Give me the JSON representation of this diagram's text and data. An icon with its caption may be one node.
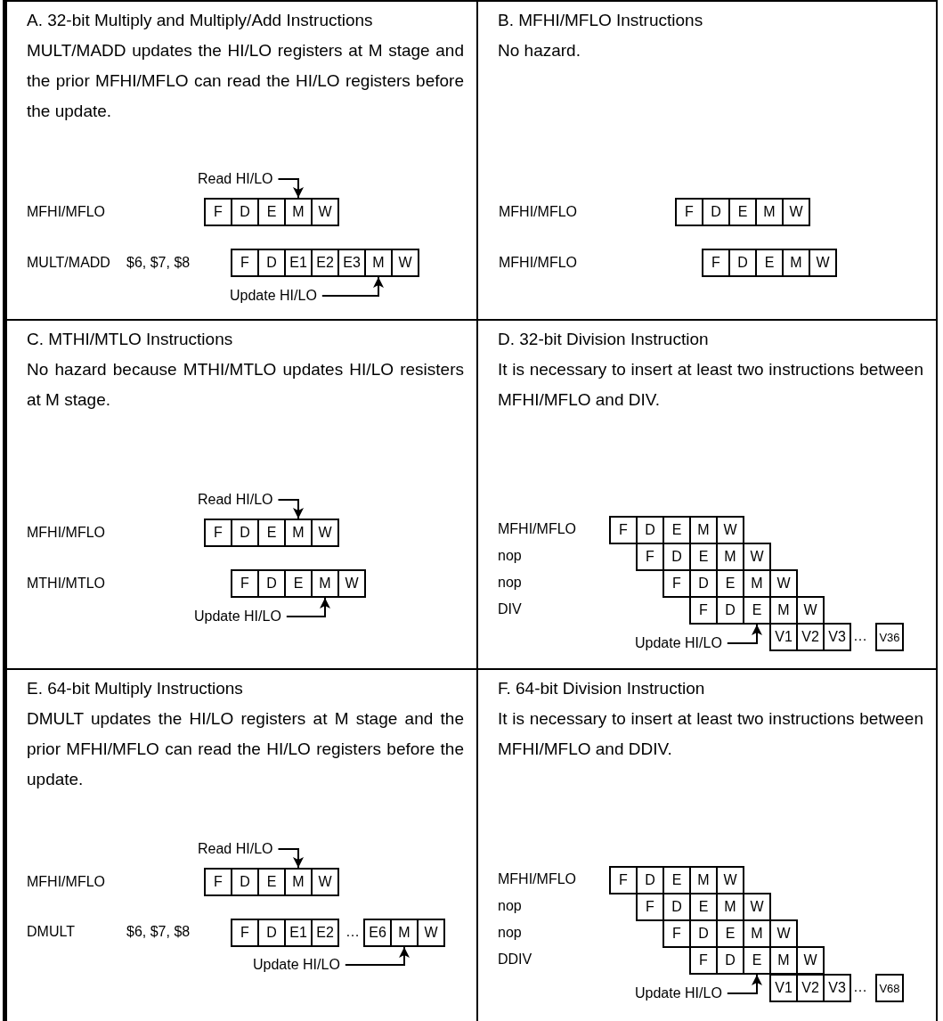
{
  "diagram": {
    "nodes": [
      {
        "text": [
          "A. 32-bit Multiply and Multiply/Add Instructions",
          "MULT/MADD updates the HI/LO registers at M stage and the prior MFHI/MFLO can read the HI/LO registers before the update."
        ]
      },
      {
        "text": [
          "Read HI/LO"
        ],
        "in": 0
      },
      {
        "text": [
          "F"
        ],
        "in": 0
      },
      {
        "text": [
          "D"
        ],
        "in": 0
      },
      {
        "text": [
          "E"
        ],
        "in": 0
      },
      {
        "text": [
          "M"
        ],
        "in": 0
      },
      {
        "text": [
          "W"
        ],
        "in": 0
      },
      {
        "text": [
          "F"
        ],
        "in": 0
      },
      {
        "text": [
          "D"
        ],
        "in": 0
      },
      {
        "text": [
          "E1"
        ],
        "in": 0
      },
      {
        "text": [
          "E2"
        ],
        "in": 0
      },
      {
        "text": [
          "E3"
        ],
        "in": 0
      },
      {
        "text": [
          "M"
        ],
        "in": 0
      },
      {
        "text": [
          "W"
        ],
        "in": 0
      },
      {
        "text": [
          "Update HI/LO"
        ],
        "in": 0
      },
      {
        "text": [
          "B. MFHI/MFLO Instructions",
          "No hazard."
        ]
      },
      {
        "text": [
          "F"
        ],
        "in": 15
      },
      {
        "text": [
          "D"
        ],
        "in": 15
      },
      {
        "text": [
          "E"
        ],
        "in": 15
      },
      {
        "text": [
          "M"
        ],
        "in": 15
      },
      {
        "text": [
          "W"
        ],
        "in": 15
      },
      {
        "text": [
          "F"
        ],
        "in": 15
      },
      {
        "text": [
          "D"
        ],
        "in": 15
      },
      {
        "text": [
          "E"
        ],
        "in": 15
      },
      {
        "text": [
          "M"
        ],
        "in": 15
      },
      {
        "text": [
          "W"
        ],
        "in": 15
      },
      {
        "text": [
          "C. MTHI/MTLO Instructions",
          "No hazard because MTHI/MTLO updates HI/LO resisters at M stage."
        ]
      },
      {
        "text": [
          "Read HI/LO"
        ],
        "in": 26
      },
      {
        "text": [
          "F"
        ],
        "in": 26
      },
      {
        "text": [
          "D"
        ],
        "in": 26
      },
      {
        "text": [
          "E"
        ],
        "in": 26
      },
      {
        "text": [
          "M"
        ],
        "in": 26
      },
      {
        "text": [
          "W"
        ],
        "in": 26
      },
      {
        "text": [
          "F"
        ],
        "in": 26
      },
      {
        "text": [
          "D"
        ],
        "in": 26
      },
      {
        "text": [
          "E"
        ],
        "in": 26
      },
      {
        "text": [
          "M"
        ],
        "in": 26
      },
      {
        "text": [
          "W"
        ],
        "in": 26
      },
      {
        "text": [
          "Update HI/LO"
        ],
        "in": 26
      },
      {
        "text": [
          "D. 32-bit Division Instruction",
          "It is necessary to insert at least two instructions between MFHI/MFLO and DIV."
        ]
      },
      {
        "text": [
          "F"
        ],
        "in": 39
      },
      {
        "text": [
          "D"
        ],
        "in": 39
      },
      {
        "text": [
          "E"
        ],
        "in": 39
      },
      {
        "text": [
          "M"
        ],
        "in": 39
      },
      {
        "text": [
          "W"
        ],
        "in": 39
      },
      {
        "text": [
          "F"
        ],
        "in": 39
      },
      {
        "text": [
          "D"
        ],
        "in": 39
      },
      {
        "text": [
          "E"
        ],
        "in": 39
      },
      {
        "text": [
          "M"
        ],
        "in": 39
      },
      {
        "text": [
          "W"
        ],
        "in": 39
      },
      {
        "text": [
          "F"
        ],
        "in": 39
      },
      {
        "text": [
          "D"
        ],
        "in": 39
      },
      {
        "text": [
          "E"
        ],
        "in": 39
      },
      {
        "text": [
          "M"
        ],
        "in": 39
      },
      {
        "text": [
          "W"
        ],
        "in": 39
      },
      {
        "text": [
          "F"
        ],
        "in": 39
      },
      {
        "text": [
          "D"
        ],
        "in": 39
      },
      {
        "text": [
          "E"
        ],
        "in": 39
      },
      {
        "text": [
          "M"
        ],
        "in": 39
      },
      {
        "text": [
          "W"
        ],
        "in": 39
      },
      {
        "text": [
          "V1"
        ],
        "in": 39
      },
      {
        "text": [
          "V2"
        ],
        "in": 39
      },
      {
        "text": [
          "V3"
        ],
        "in": 39
      },
      {
        "text": [
          "V36"
        ],
        "in": 39
      },
      {
        "text": [
          "Update HI/LO"
        ],
        "in": 39
      },
      {
        "text": [
          "E. 64-bit Multiply Instructions",
          "DMULT updates the HI/LO registers at M stage and the prior MFHI/MFLO can read the HI/LO registers before the update."
        ]
      },
      {
        "text": [
          "Read HI/LO"
        ],
        "in": 65
      },
      {
        "text": [
          "F"
        ],
        "in": 65
      },
      {
        "text": [
          "D"
        ],
        "in": 65
      },
      {
        "text": [
          "E"
        ],
        "in": 65
      },
      {
        "text": [
          "M"
        ],
        "in": 65
      },
      {
        "text": [
          "W"
        ],
        "in": 65
      },
      {
        "text": [
          "F"
        ],
        "in": 65
      },
      {
        "text": [
          "D"
        ],
        "in": 65
      },
      {
        "text": [
          "E1"
        ],
        "in": 65
      },
      {
        "text": [
          "E2"
        ],
        "in": 65
      },
      {
        "text": [
          "E6"
        ],
        "in": 65
      },
      {
        "text": [
          "M"
        ],
        "in": 65
      },
      {
        "text": [
          "W"
        ],
        "in": 65
      },
      {
        "text": [
          "Update HI/LO"
        ],
        "in": 65
      },
      {
        "text": [
          "F. 64-bit Division Instruction",
          "It is necessary to insert at least two instructions between MFHI/MFLO and DDIV."
        ]
      },
      {
        "text": [
          "F"
        ],
        "in": 80
      },
      {
        "text": [
          "D"
        ],
        "in": 80
      },
      {
        "text": [
          "E"
        ],
        "in": 80
      },
      {
        "text": [
          "M"
        ],
        "in": 80
      },
      {
        "text": [
          "W"
        ],
        "in": 80
      },
      {
        "text": [
          "F"
        ],
        "in": 80
      },
      {
        "text": [
          "D"
        ],
        "in": 80
      },
      {
        "text": [
          "E"
        ],
        "in": 80
      },
      {
        "text": [
          "M"
        ],
        "in": 80
      },
      {
        "text": [
          "W"
        ],
        "in": 80
      },
      {
        "text": [
          "F"
        ],
        "in": 80
      },
      {
        "text": [
          "D"
        ],
        "in": 80
      },
      {
        "text": [
          "E"
        ],
        "in": 80
      },
      {
        "text": [
          "M"
        ],
        "in": 80
      },
      {
        "text": [
          "W"
        ],
        "in": 80
      },
      {
        "text": [
          "F"
        ],
        "in": 80
      },
      {
        "text": [
          "D"
        ],
        "in": 80
      },
      {
        "text": [
          "E"
        ],
        "in": 80
      },
      {
        "text": [
          "M"
        ],
        "in": 80
      },
      {
        "text": [
          "W"
        ],
        "in": 80
      },
      {
        "text": [
          "V1"
        ],
        "in": 80
      },
      {
        "text": [
          "V2"
        ],
        "in": 80
      },
      {
        "text": [
          "V3"
        ],
        "in": 80
      },
      {
        "text": [
          "V68"
        ],
        "in": 80
      },
      {
        "text": [
          "Update HI/LO"
        ],
        "in": 80
      }
    ],
    "edges": [
      {
        "from": 1,
        "to": 5,
        "arrow": "to"
      },
      {
        "from": 14,
        "to": 12,
        "arrow": "to"
      },
      {
        "from": 27,
        "to": 31,
        "arrow": "to"
      },
      {
        "from": 38,
        "to": 36,
        "arrow": "to"
      },
      {
        "from": 64,
        "to": 57,
        "arrow": "to"
      },
      {
        "from": 66,
        "to": 70,
        "arrow": "to"
      },
      {
        "from": 79,
        "to": 77,
        "arrow": "to"
      },
      {
        "from": 105,
        "to": 98,
        "arrow": "to"
      }
    ],
    "labels": [
      "MFHI/MFLO",
      "MULT/MADD",
      "$6, $7, $8",
      "MFHI/MFLO",
      "MFHI/MFLO",
      "MFHI/MFLO",
      "MTHI/MTLO",
      "MFHI/MFLO",
      "nop",
      "nop",
      "DIV",
      "…",
      "MFHI/MFLO",
      "DMULT",
      "$6, $7, $8",
      "…",
      "MFHI/MFLO",
      "nop",
      "nop",
      "DDIV",
      "…"
    ]
  }
}
